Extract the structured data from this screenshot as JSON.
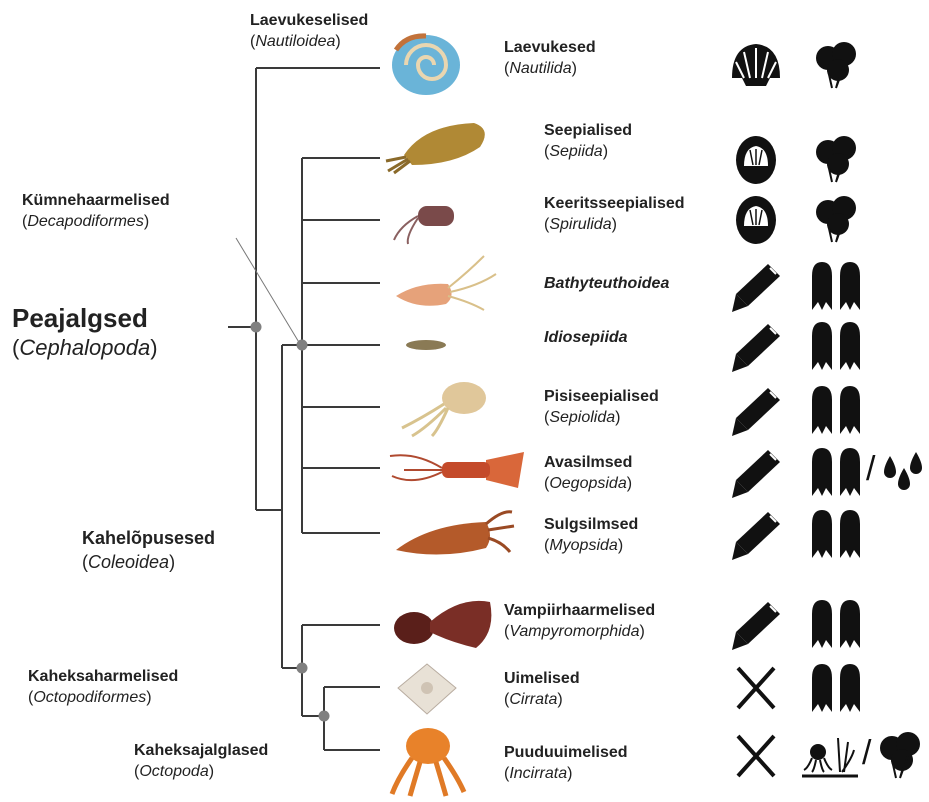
{
  "root": {
    "name": "Peajalgsed",
    "sci": "Cephalopoda"
  },
  "clades": [
    {
      "id": "nautiloidea",
      "name": "Laevukeselised",
      "sci": "Nautiloidea"
    },
    {
      "id": "decapodiformes",
      "name": "Kümnehaarmelised",
      "sci": "Decapodiformes"
    },
    {
      "id": "coleoidea",
      "name": "Kahelõpusesed",
      "sci": "Coleoidea"
    },
    {
      "id": "octopodiformes",
      "name": "Kaheksaharmelised",
      "sci": "Octopodiformes"
    },
    {
      "id": "octopoda",
      "name": "Kaheksajalglased",
      "sci": "Octopoda"
    }
  ],
  "taxa": [
    {
      "name": "Laevukesed",
      "sci": "Nautilida",
      "shell": "external-shell",
      "habitat": [
        "balloons-icon"
      ]
    },
    {
      "name": "Seepialised",
      "sci": "Sepiida",
      "shell": "internal-shell",
      "habitat": [
        "balloons-icon"
      ]
    },
    {
      "name": "Keeritsseepialised",
      "sci": "Spirulida",
      "shell": "internal-shell",
      "habitat": [
        "balloons-icon"
      ]
    },
    {
      "name": "Bathyteuthoidea",
      "sci": "",
      "shell": "pen-icon",
      "habitat": [
        "fins-icon"
      ]
    },
    {
      "name": "Idiosepiida",
      "sci": "",
      "shell": "pen-icon",
      "habitat": [
        "fins-icon"
      ]
    },
    {
      "name": "Pisiseepialised",
      "sci": "Sepiolida",
      "shell": "pen-icon",
      "habitat": [
        "fins-icon"
      ]
    },
    {
      "name": "Avasilmsed",
      "sci": "Oegopsida",
      "shell": "pen-icon",
      "habitat": [
        "fins-icon",
        "droplets-icon"
      ]
    },
    {
      "name": "Sulgsilmsed",
      "sci": "Myopsida",
      "shell": "pen-icon",
      "habitat": [
        "fins-icon"
      ]
    },
    {
      "name": "Vampiirhaarmelised",
      "sci": "Vampyromorphida",
      "shell": "pen-icon",
      "habitat": [
        "fins-icon"
      ]
    },
    {
      "name": "Uimelised",
      "sci": "Cirrata",
      "shell": "cross-icon",
      "habitat": [
        "fins-icon"
      ]
    },
    {
      "name": "Puuduuimelised",
      "sci": "Incirrata",
      "shell": "cross-icon",
      "habitat": [
        "benthic-octopus-icon",
        "balloons-icon"
      ]
    }
  ],
  "slash": "/"
}
